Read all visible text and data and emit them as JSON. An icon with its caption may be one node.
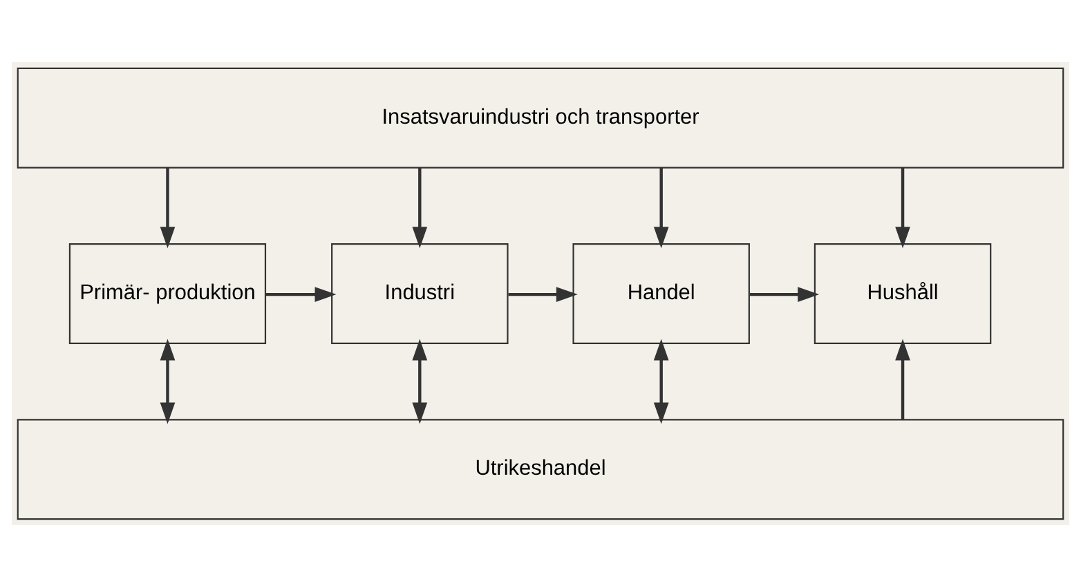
{
  "diagram": {
    "nodes": [
      {
        "text": [
          "Insatsvaruindustri och transporter"
        ]
      },
      {
        "text": [
          "Primär- produktion"
        ]
      },
      {
        "text": [
          "Industri"
        ]
      },
      {
        "text": [
          "Handel"
        ]
      },
      {
        "text": [
          "Hushåll"
        ]
      },
      {
        "text": [
          "Utrikeshandel"
        ]
      }
    ],
    "edges": [
      {
        "from": 0,
        "to": 1,
        "arrow": "to"
      },
      {
        "from": 0,
        "to": 2,
        "arrow": "to"
      },
      {
        "from": 0,
        "to": 3,
        "arrow": "to"
      },
      {
        "from": 0,
        "to": 4,
        "arrow": "to"
      },
      {
        "from": 1,
        "to": 2,
        "arrow": "to"
      },
      {
        "from": 2,
        "to": 3,
        "arrow": "to"
      },
      {
        "from": 3,
        "to": 4,
        "arrow": "to"
      },
      {
        "from": 1,
        "to": 5,
        "arrow": "both"
      },
      {
        "from": 2,
        "to": 5,
        "arrow": "both"
      },
      {
        "from": 3,
        "to": 5,
        "arrow": "both"
      },
      {
        "from": 5,
        "to": 4,
        "arrow": "to"
      }
    ]
  }
}
